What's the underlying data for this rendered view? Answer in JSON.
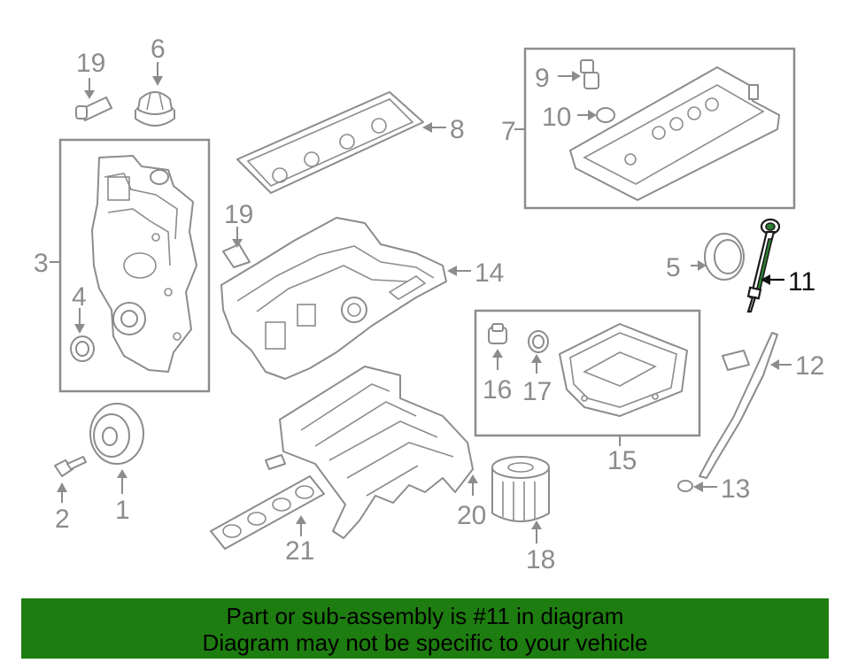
{
  "callouts": {
    "c1": "1",
    "c2": "2",
    "c3": "3",
    "c4": "4",
    "c5": "5",
    "c6": "6",
    "c7": "7",
    "c8": "8",
    "c9": "9",
    "c10": "10",
    "c11": "11",
    "c12": "12",
    "c13": "13",
    "c14": "14",
    "c15": "15",
    "c16": "16",
    "c17": "17",
    "c18": "18",
    "c19a": "19",
    "c19b": "19",
    "c20": "20",
    "c21": "21"
  },
  "highlighted_part": "11",
  "banner": {
    "line1": "Part or sub-assembly is #11 in diagram",
    "line2": "Diagram may not be specific to your vehicle"
  },
  "colors": {
    "banner_background": "#1e7d10",
    "line_art": "#8c8c8c",
    "highlight": "#111111",
    "highlight_accent": "#2e7d32"
  }
}
